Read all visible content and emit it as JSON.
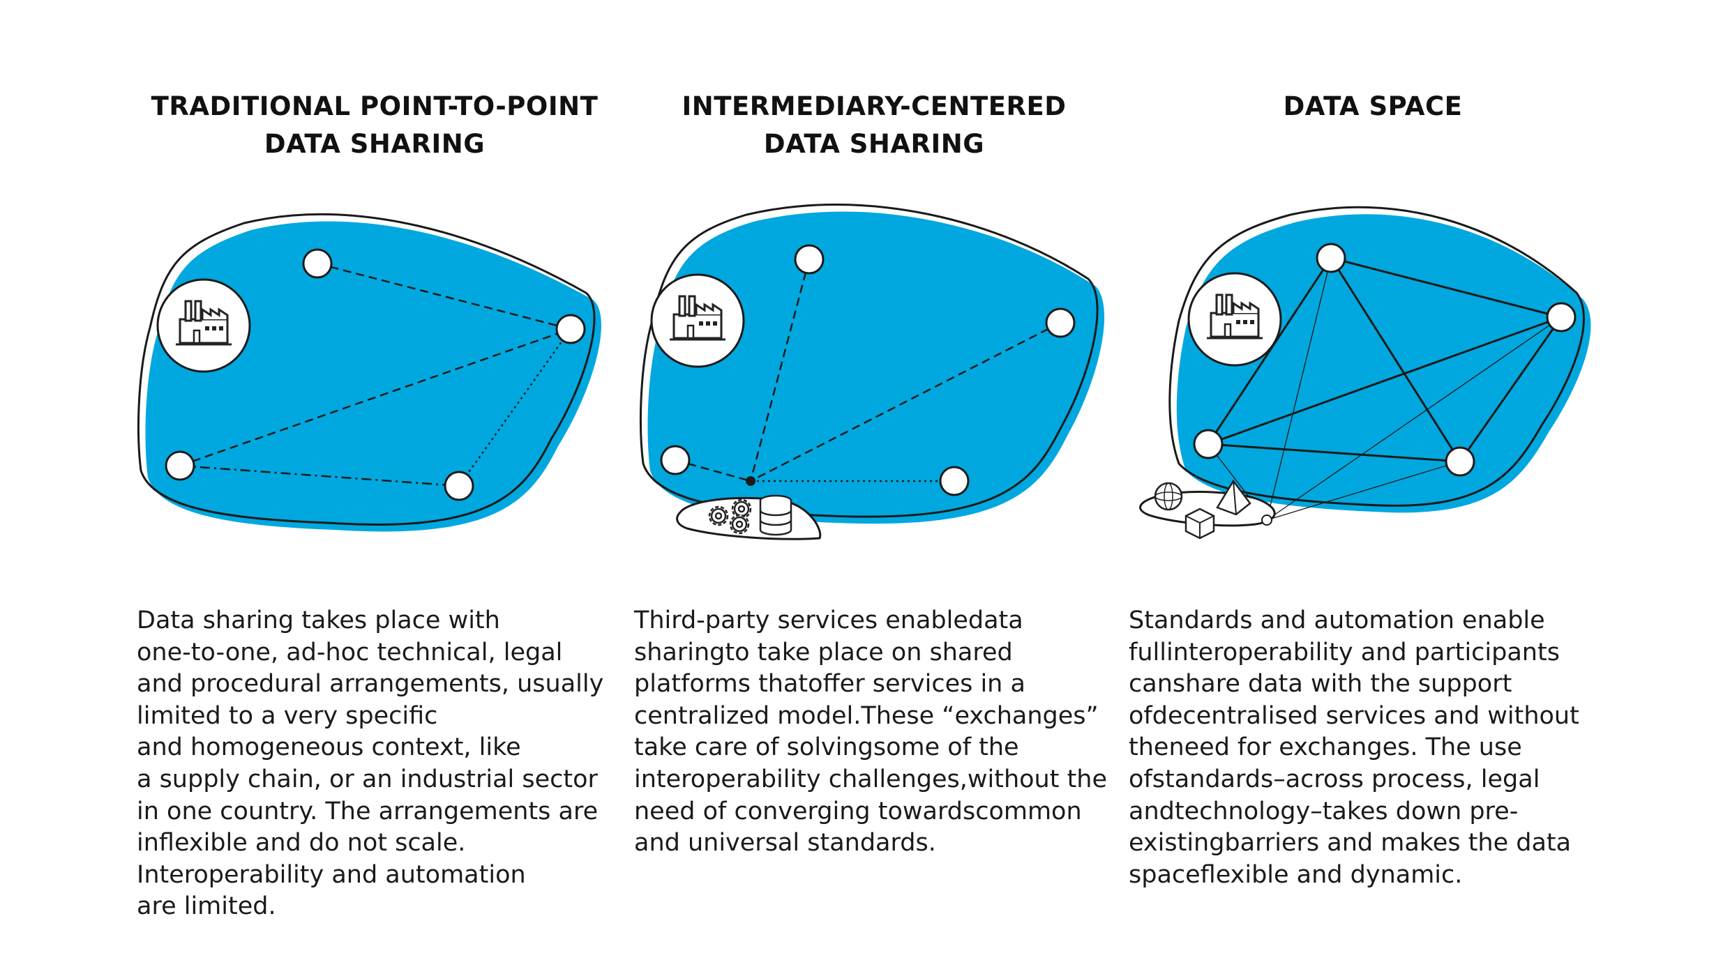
{
  "columns": [
    {
      "title": "TRADITIONAL POINT-TO-POINT\nDATA SHARING",
      "text": "Data sharing takes place with\none-to-one, ad-hoc technical, legal\nand procedural arrangements, usually\nlimited to a very specific\nand homogeneous context, like\na supply chain, or an industrial sector\nin one country. The arrangements are\ninflexible and do not scale.\nInteroperability and automation\nare limited."
    },
    {
      "title": "INTERMEDIARY-CENTERED\nDATA SHARING",
      "text": "Third-party services enabledata\nsharingto take place on shared\nplatforms thatoffer services in a\ncentralized model.These “exchanges”\ntake care of solvingsome of the\ninteroperability challenges,without the\nneed of converging towardscommon\nand universal standards."
    },
    {
      "title": "DATA SPACE",
      "text": "Standards and automation enable\nfullinteroperability and participants\ncanshare data with the support\nofdecentralised services and without\ntheneed for exchanges. The use\nofstandards–across process, legal\nandtechnology–takes down pre-\nexistingbarriers and makes the data\nspaceflexible and dynamic."
    }
  ],
  "icons": {
    "participant": "factory-icon",
    "services": "gears-icon",
    "storage": "database-icon",
    "shapes": [
      "sphere-icon",
      "pyramid-icon",
      "cube-icon"
    ]
  },
  "colors": {
    "blob": "#00a8df",
    "outline": "#1a1a1a",
    "node": "#ffffff"
  }
}
